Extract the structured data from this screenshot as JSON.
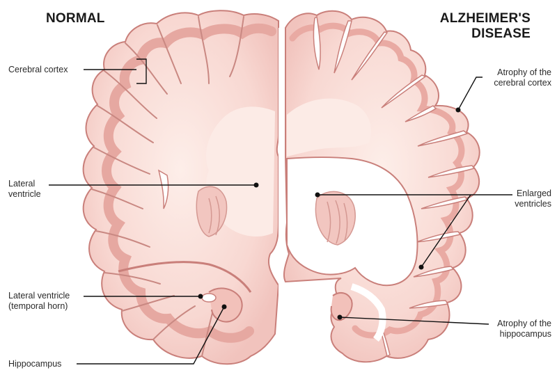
{
  "headings": {
    "normal": "NORMAL",
    "alzheimers_line1": "ALZHEIMER'S",
    "alzheimers_line2": "DISEASE"
  },
  "labels": {
    "cerebral_cortex": "Cerebral cortex",
    "lateral_ventricle_1": "Lateral",
    "lateral_ventricle_2": "ventricle",
    "temporal_horn_1": "Lateral ventricle",
    "temporal_horn_2": "(temporal horn)",
    "hippocampus": "Hippocampus",
    "atrophy_cortex_1": "Atrophy of the",
    "atrophy_cortex_2": "cerebral cortex",
    "enlarged_1": "Enlarged",
    "enlarged_2": "ventricles",
    "atrophy_hippo_1": "Atrophy of the",
    "atrophy_hippo_2": "hippocampus"
  },
  "colors": {
    "tissue_fill": "#f6d3ce",
    "tissue_inner": "#fbe4df",
    "tissue_edge": "#c97f7a",
    "cortex_band": "#eab3ad",
    "white_matter": "#fcebe6",
    "leader_line": "#111111"
  }
}
